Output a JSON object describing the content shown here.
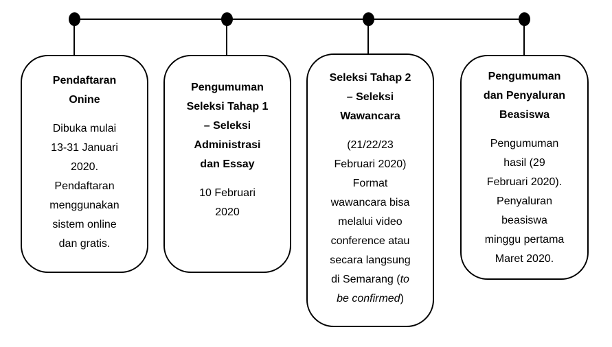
{
  "colors": {
    "line": "#000000",
    "background": "#ffffff",
    "text": "#000000"
  },
  "diagram": {
    "boxes": [
      {
        "title": "Pendaftaran\nOnine",
        "body": "Dibuka mulai\n13-31 Januari\n2020.\nPendaftaran\nmenggunakan\nsistem online\ndan gratis."
      },
      {
        "title": "Pengumuman\nSeleksi Tahap 1\n– Seleksi\nAdministrasi\ndan Essay",
        "body": "10 Februari\n2020"
      },
      {
        "title": "Seleksi Tahap 2\n– Seleksi\nWawancara",
        "body_prefix": "(21/22/23\nFebruari 2020)\nFormat\nwawancara bisa\nmelalui video\nconference atau\nsecara langsung\ndi Semarang (",
        "body_italic": "to\nbe confirmed",
        "body_suffix": ")"
      },
      {
        "title": "Pengumuman\ndan Penyaluran\nBeasiswa",
        "body": "Pengumuman\nhasil (29\nFebruari 2020).\nPenyaluran\nbeasiswa\nminggu pertama\nMaret 2020."
      }
    ]
  }
}
